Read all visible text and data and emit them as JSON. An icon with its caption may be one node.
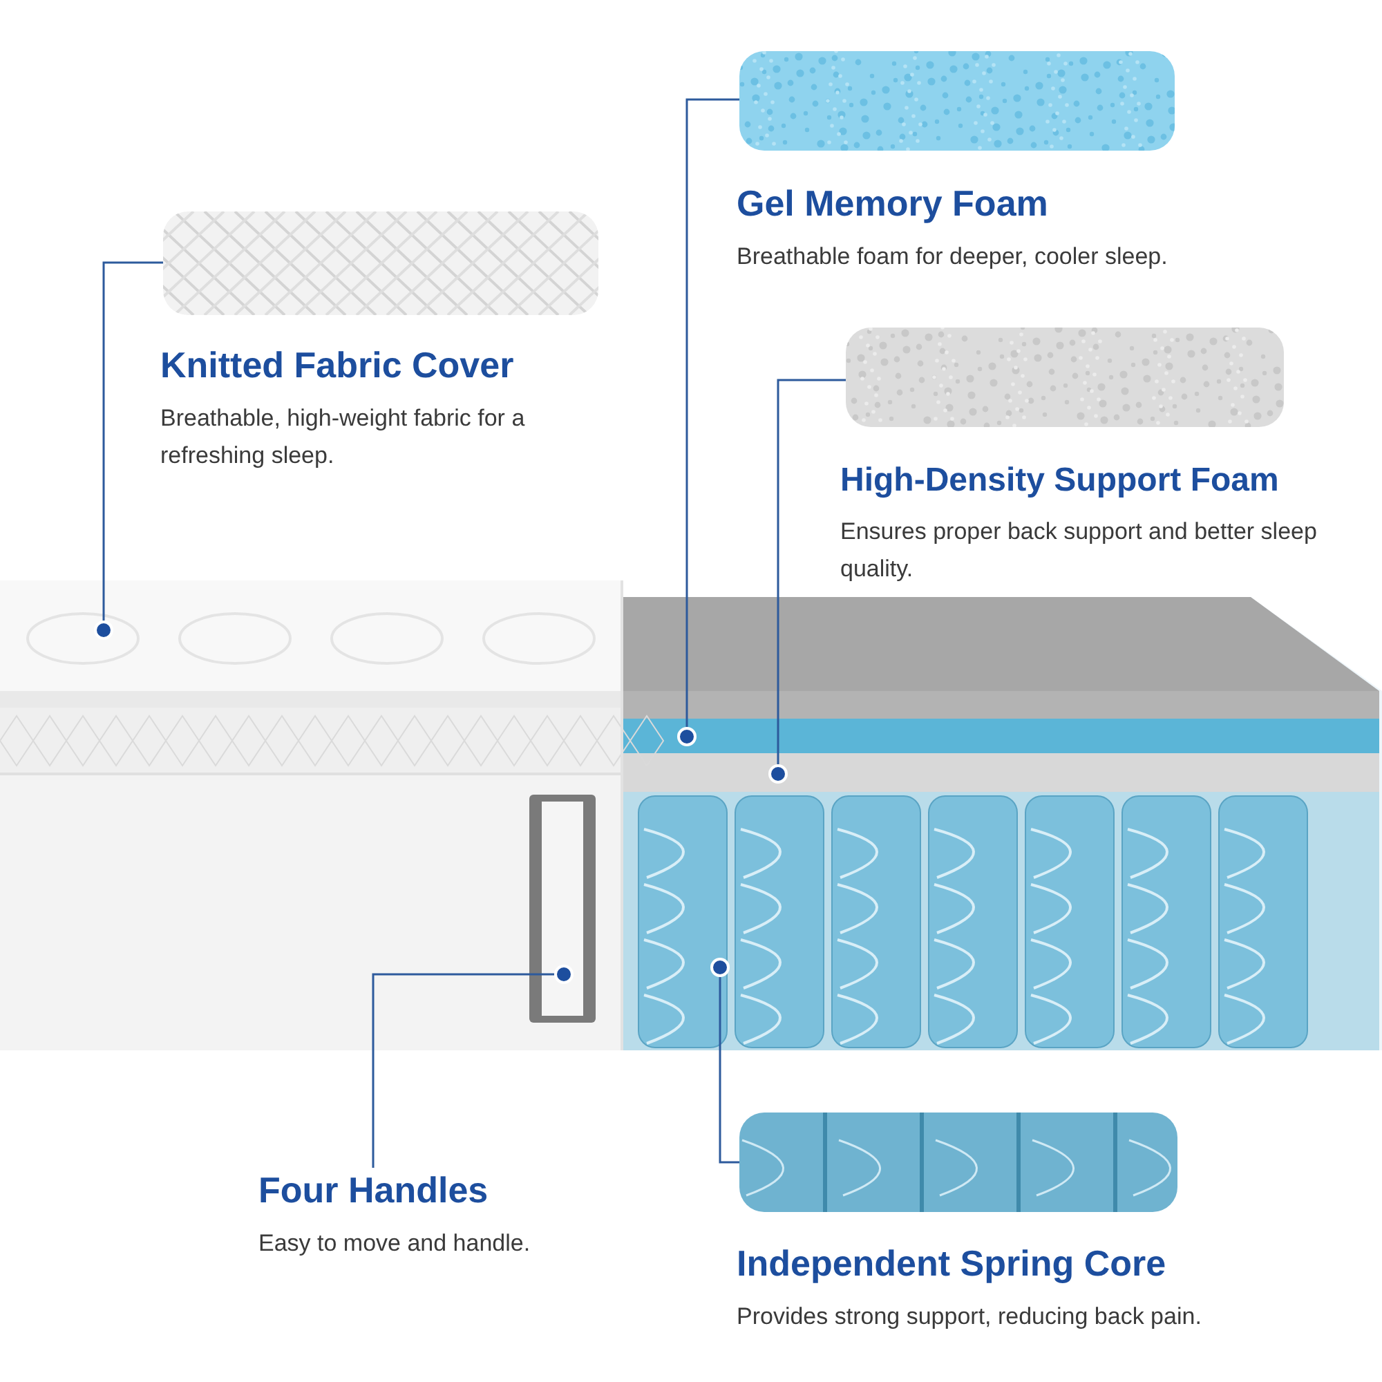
{
  "diagram": {
    "nodes": [
      {
        "text": [],
        "shape": "picture"
      },
      {
        "text": [
          "Knitted Fabric Cover",
          "Breathable, high-weight fabric for a refreshing sleep."
        ]
      },
      {
        "text": [],
        "shape": "picture"
      },
      {
        "text": [
          "Gel Memory Foam",
          "Breathable foam for deeper, cooler sleep."
        ]
      },
      {
        "text": [],
        "shape": "picture"
      },
      {
        "text": [
          "High-Density Support Foam",
          "Ensures proper back support and better sleep quality."
        ]
      },
      {
        "text": [],
        "shape": "picture"
      },
      {
        "text": [
          "Independent Spring Core",
          "Provides strong support, reducing back pain."
        ]
      },
      {
        "text": [
          "Four Handles",
          "Easy to move and handle."
        ]
      },
      {
        "text": [],
        "shape": "circle"
      },
      {
        "text": [],
        "shape": "circle"
      },
      {
        "text": [],
        "shape": "circle"
      },
      {
        "text": [],
        "shape": "circle"
      },
      {
        "text": [],
        "shape": "circle"
      }
    ],
    "edges": [
      {
        "from": 0,
        "to": 9,
        "arrow": "none"
      },
      {
        "from": 2,
        "to": 10,
        "arrow": "none"
      },
      {
        "from": 4,
        "to": 11,
        "arrow": "none"
      },
      {
        "from": 6,
        "to": 12,
        "arrow": "none"
      },
      {
        "from": 8,
        "to": 13,
        "arrow": "none"
      }
    ]
  }
}
